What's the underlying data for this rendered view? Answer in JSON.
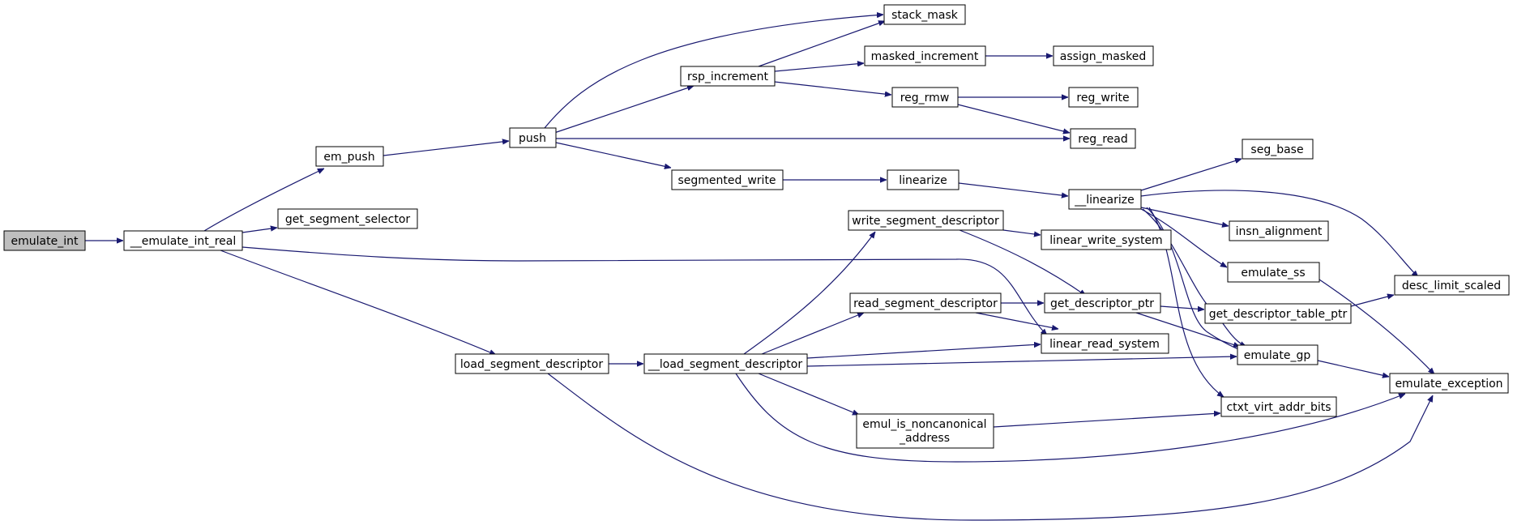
{
  "colors": {
    "edge": "#191970",
    "node_border": "#000000",
    "root_fill": "#bfbfbf",
    "node_fill": "#ffffff"
  },
  "nodes": {
    "emulate_int": "emulate_int",
    "emulate_int_real": "__emulate_int_real",
    "em_push": "em_push",
    "get_segment_selector": "get_segment_selector",
    "load_segment_descriptor": "load_segment_descriptor",
    "push": "push",
    "rsp_increment": "rsp_increment",
    "stack_mask": "stack_mask",
    "masked_increment": "masked_increment",
    "assign_masked": "assign_masked",
    "reg_rmw": "reg_rmw",
    "reg_write": "reg_write",
    "reg_read": "reg_read",
    "segmented_write": "segmented_write",
    "linearize": "linearize",
    "linearize_internal": "__linearize",
    "seg_base": "seg_base",
    "insn_alignment": "insn_alignment",
    "emulate_ss": "emulate_ss",
    "desc_limit_scaled": "desc_limit_scaled",
    "get_descriptor_table_ptr": "get_descriptor_table_ptr",
    "write_segment_descriptor": "write_segment_descriptor",
    "linear_write_system": "linear_write_system",
    "get_descriptor_ptr": "get_descriptor_ptr",
    "read_segment_descriptor": "read_segment_descriptor",
    "linear_read_system": "linear_read_system",
    "load_segment_descriptor_internal": "__load_segment_descriptor",
    "emulate_gp": "emulate_gp",
    "emulate_exception": "emulate_exception",
    "emul_is_noncanonical_line1": "emul_is_noncanonical",
    "emul_is_noncanonical_line2": "_address",
    "ctxt_virt_addr_bits": "ctxt_virt_addr_bits"
  }
}
